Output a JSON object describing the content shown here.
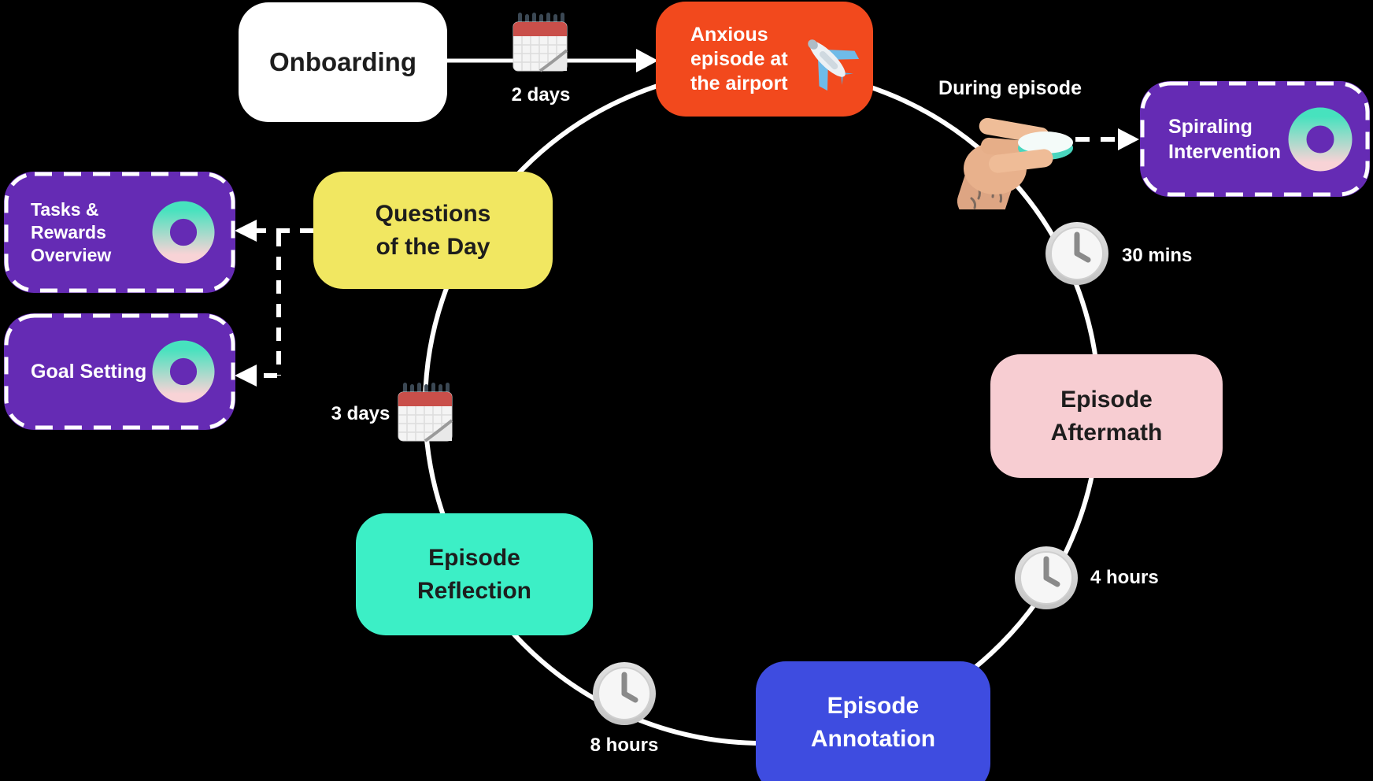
{
  "colors": {
    "background": "#000000",
    "orange": "#F2491D",
    "purple": "#652BB4",
    "blue": "#3E4CE0",
    "teal": "#3CEFC6",
    "yellow": "#F1E761",
    "pink": "#F7CDD2",
    "white": "#FFFFFF",
    "ring_gradient_top": "#47E2BE",
    "ring_gradient_bottom": "#F8D3D6",
    "connector": "#FFFFFF"
  },
  "nodes": {
    "onboarding": {
      "label": "Onboarding",
      "bg": "#FFFFFF"
    },
    "anxious_episode": {
      "lines": [
        "Anxious",
        "episode at",
        "the airport"
      ],
      "bg": "#F2491D",
      "icon": "airplane-icon"
    },
    "spiraling_intervention": {
      "lines": [
        "Spiraling",
        "Intervention"
      ],
      "bg": "#652BB4",
      "icon": "ring-icon"
    },
    "episode_aftermath": {
      "lines": [
        "Episode",
        "Aftermath"
      ],
      "bg": "#F7CDD2"
    },
    "episode_annotation": {
      "lines": [
        "Episode",
        "Annotation"
      ],
      "bg": "#3E4CE0"
    },
    "episode_reflection": {
      "lines": [
        "Episode",
        "Reflection"
      ],
      "bg": "#3CEFC6"
    },
    "questions_of_the_day": {
      "lines": [
        "Questions",
        "of the Day"
      ],
      "bg": "#F1E761"
    },
    "tasks_rewards_overview": {
      "lines": [
        "Tasks &",
        "Rewards",
        "Overview"
      ],
      "bg": "#652BB4",
      "icon": "ring-icon"
    },
    "goal_setting": {
      "label": "Goal Setting",
      "bg": "#652BB4",
      "icon": "ring-icon"
    }
  },
  "labels": {
    "onboarding_to_episode": "2 days",
    "during_episode": "During episode",
    "episode_to_aftermath": "30 mins",
    "aftermath_to_annotation": "4 hours",
    "annotation_to_reflection": "8 hours",
    "reflection_to_questions": "3 days"
  },
  "icons": {
    "calendar": "📆",
    "clock": "🕑",
    "airplane": "✈️",
    "ring": "◎",
    "hand_with_device": "🤏"
  }
}
